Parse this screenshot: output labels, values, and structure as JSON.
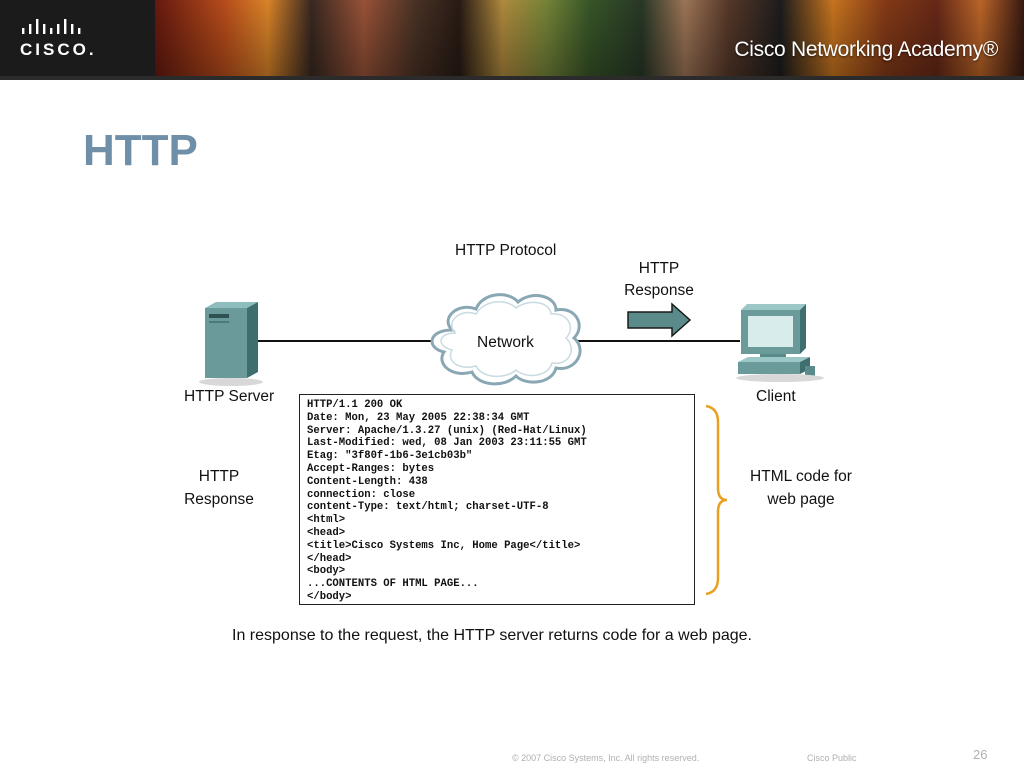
{
  "header": {
    "logo_text": "CISCO.",
    "academy_title": "Cisco Networking Academy®"
  },
  "slide": {
    "title": "HTTP"
  },
  "diagram": {
    "protocol_label": "HTTP Protocol",
    "network_label": "Network",
    "response_arrow_label_line1": "HTTP",
    "response_arrow_label_line2": "Response",
    "server_label": "HTTP Server",
    "client_label": "Client",
    "left_response_line1": "HTTP",
    "left_response_line2": "Response",
    "html_code_line1": "HTML code for",
    "html_code_line2": "web page",
    "code_lines": [
      "HTTP/1.1 200 OK",
      "Date: Mon, 23 May 2005 22:38:34 GMT",
      "Server: Apache/1.3.27 (unix) (Red-Hat/Linux)",
      "Last-Modified: wed, 08 Jan 2003 23:11:55 GMT",
      "Etag: \"3f80f-1b6-3e1cb03b\"",
      "Accept-Ranges: bytes",
      "Content-Length: 438",
      "connection: close",
      "content-Type: text/html; charset-UTF-8",
      "<html>",
      "<head>",
      "<title>Cisco Systems Inc, Home Page</title>",
      "</head>",
      "<body>",
      "...CONTENTS OF HTML PAGE...",
      "</body>"
    ],
    "caption": "In response to the request,  the HTTP server returns code for a web page.",
    "colors": {
      "title": "#6f8fa8",
      "arrow_fill": "#5a8a8a",
      "bracket": "#e8a020",
      "cloud_stroke": "#8aa8b4",
      "device": "#6a9a9a"
    }
  },
  "footer": {
    "copyright": "© 2007 Cisco Systems, Inc. All rights reserved.",
    "classification": "Cisco Public",
    "page_number": "26"
  }
}
